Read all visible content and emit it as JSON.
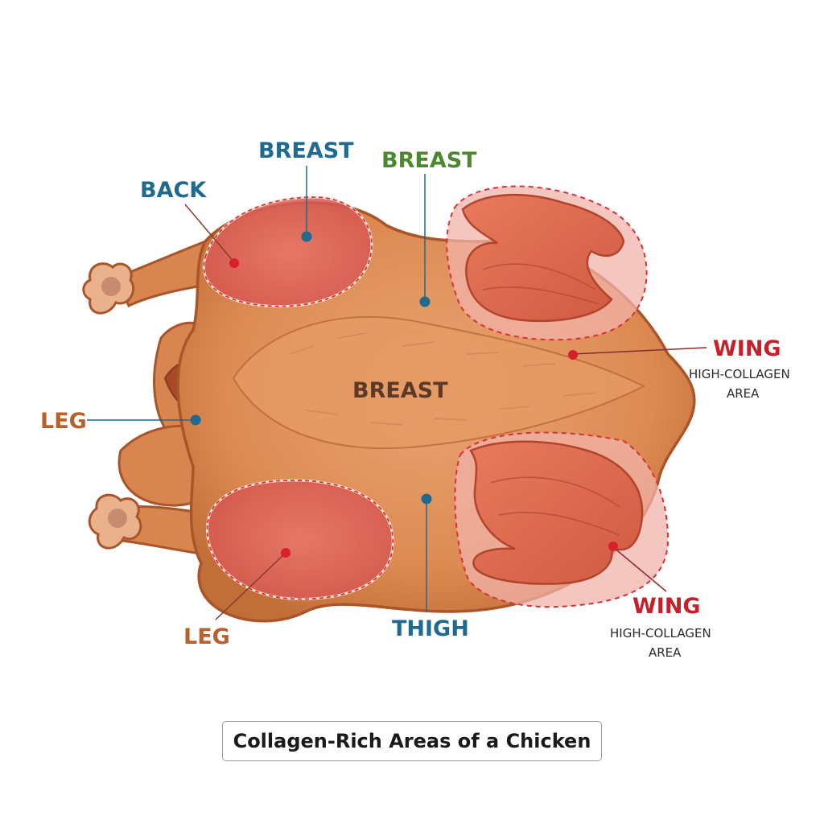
{
  "caption": "Collagen-Rich Areas of a Chicken",
  "labels": {
    "back": "BACK",
    "breast_top": "BREAST",
    "breast_green": "BREAST",
    "breast_center": "BREAST",
    "leg_left": "LEG",
    "leg_bottom": "LEG",
    "thigh": "THIGH",
    "wing_right": "WING",
    "wing_right_note_line1": "HIGH-COLLAGEN",
    "wing_right_note_line2": "AREA",
    "wing_bottom": "WING",
    "wing_bottom_note_line1": "HIGH-COLLAGEN",
    "wing_bottom_note_line2": "AREA"
  },
  "colors": {
    "blue_label": "#1f6a8e",
    "green_label": "#4a8a2c",
    "brown_label": "#b8612e",
    "red_label": "#c8202a",
    "center_label": "#5a3a26",
    "collagen_highlight": "#e8404a",
    "skin": "#e0915a",
    "skin_dark": "#b5622f"
  }
}
